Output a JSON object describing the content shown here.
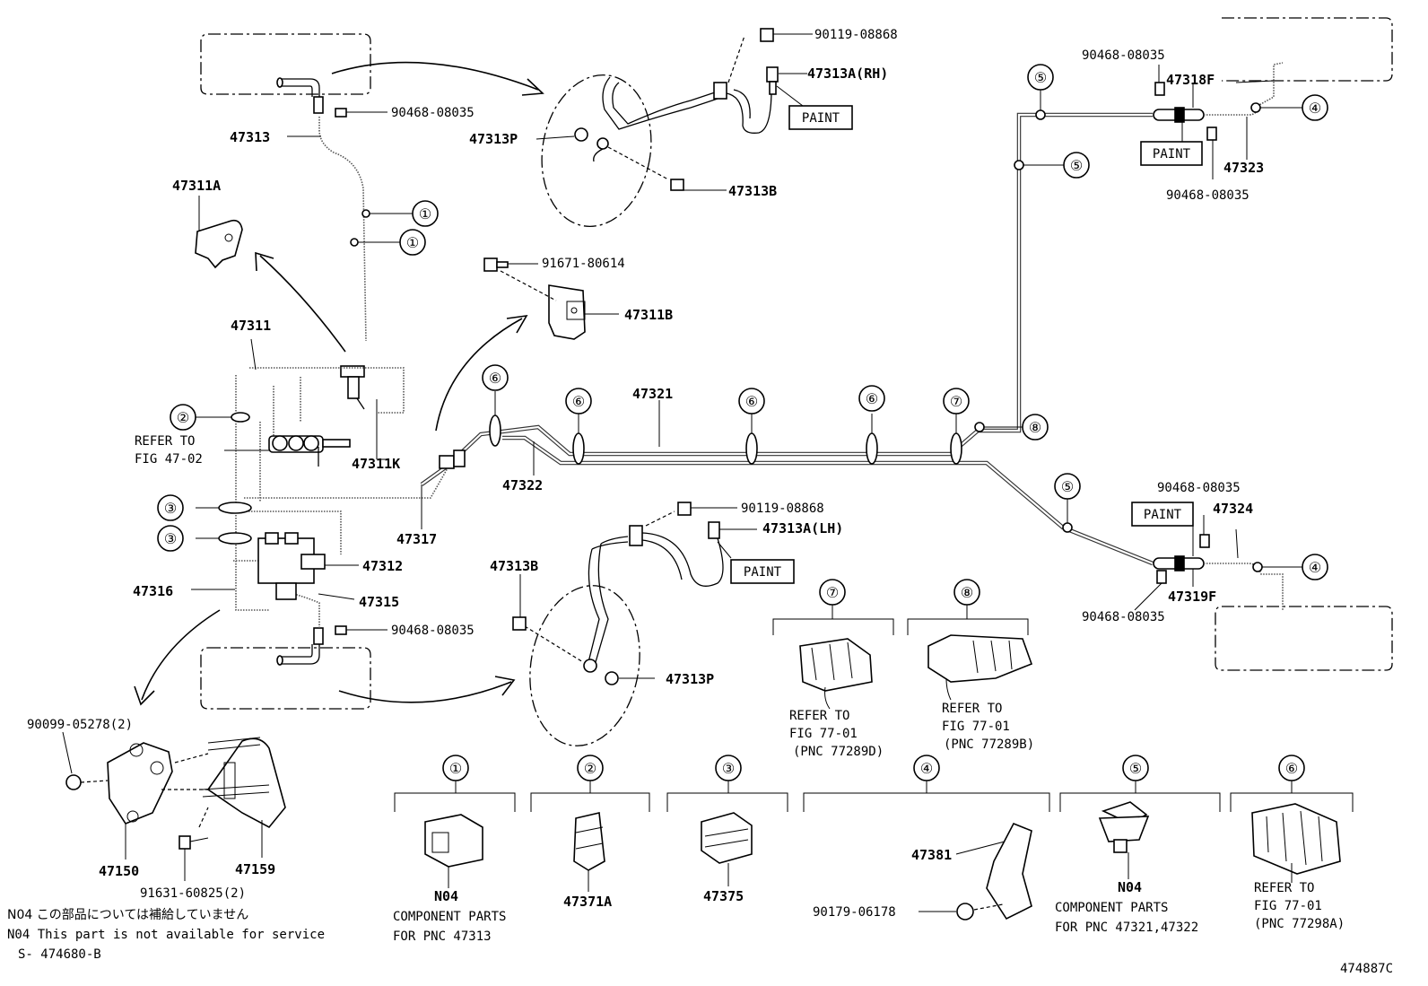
{
  "drawing_number": "474887C",
  "reference_code": "S- 474680-B",
  "notes": {
    "jp": "N04 この部品については補給していません",
    "en": "N04 This part is not available for service"
  },
  "part_labels": {
    "p90119_top": "90119-08868",
    "p47313A_RH": "47313A(RH)",
    "paint_rh": "PAINT",
    "p47313P_top": "47313P",
    "p47313B_top": "47313B",
    "p90468_tl": "90468-08035",
    "p47313": "47313",
    "p47311A": "47311A",
    "p91671": "91671-80614",
    "p47311B": "47311B",
    "p47311": "47311",
    "refer_fig4702_a": "REFER TO",
    "refer_fig4702_b": "FIG 47-02",
    "p47311K": "47311K",
    "p47317": "47317",
    "p47312": "47312",
    "p47316": "47316",
    "p47315": "47315",
    "p90468_bl": "90468-08035",
    "p47322": "47322",
    "p47321": "47321",
    "p90119_bot": "90119-08868",
    "p47313A_LH": "47313A(LH)",
    "paint_lh": "PAINT",
    "p47313B_bot": "47313B",
    "p47313P_bot": "47313P",
    "p90099": "90099-05278(2)",
    "p47150": "47150",
    "p47159": "47159",
    "p91631": "91631-60825(2)",
    "p90468_tr1": "90468-08035",
    "p47318F": "47318F",
    "paint_tr": "PAINT",
    "p47323": "47323",
    "p90468_tr2": "90468-08035",
    "p90468_br1": "90468-08035",
    "paint_br": "PAINT",
    "p47324": "47324",
    "p47319F": "47319F",
    "p90468_br2": "90468-08035",
    "clip7_ref1": "REFER TO",
    "clip7_ref2": "FIG 77-01",
    "clip7_ref3": "(PNC 77289D)",
    "clip8_ref1": "REFER TO",
    "clip8_ref2": "FIG 77-01",
    "clip8_ref3": "(PNC 77289B)",
    "leg1_n04": "N04",
    "leg1_c1": "COMPONENT PARTS",
    "leg1_c2": "FOR PNC 47313",
    "leg2_pn": "47371A",
    "leg3_pn": "47375",
    "leg4_pn": "47381",
    "leg4_bolt": "90179-06178",
    "leg5_n04": "N04",
    "leg5_c1": "COMPONENT PARTS",
    "leg5_c2": "FOR PNC 47321,47322",
    "leg6_ref1": "REFER TO",
    "leg6_ref2": "FIG 77-01",
    "leg6_ref3": "(PNC 77298A)"
  },
  "callouts": {
    "c1": "①",
    "c2": "②",
    "c3": "③",
    "c4": "④",
    "c5": "⑤",
    "c6": "⑥",
    "c7": "⑦",
    "c8": "⑧"
  }
}
